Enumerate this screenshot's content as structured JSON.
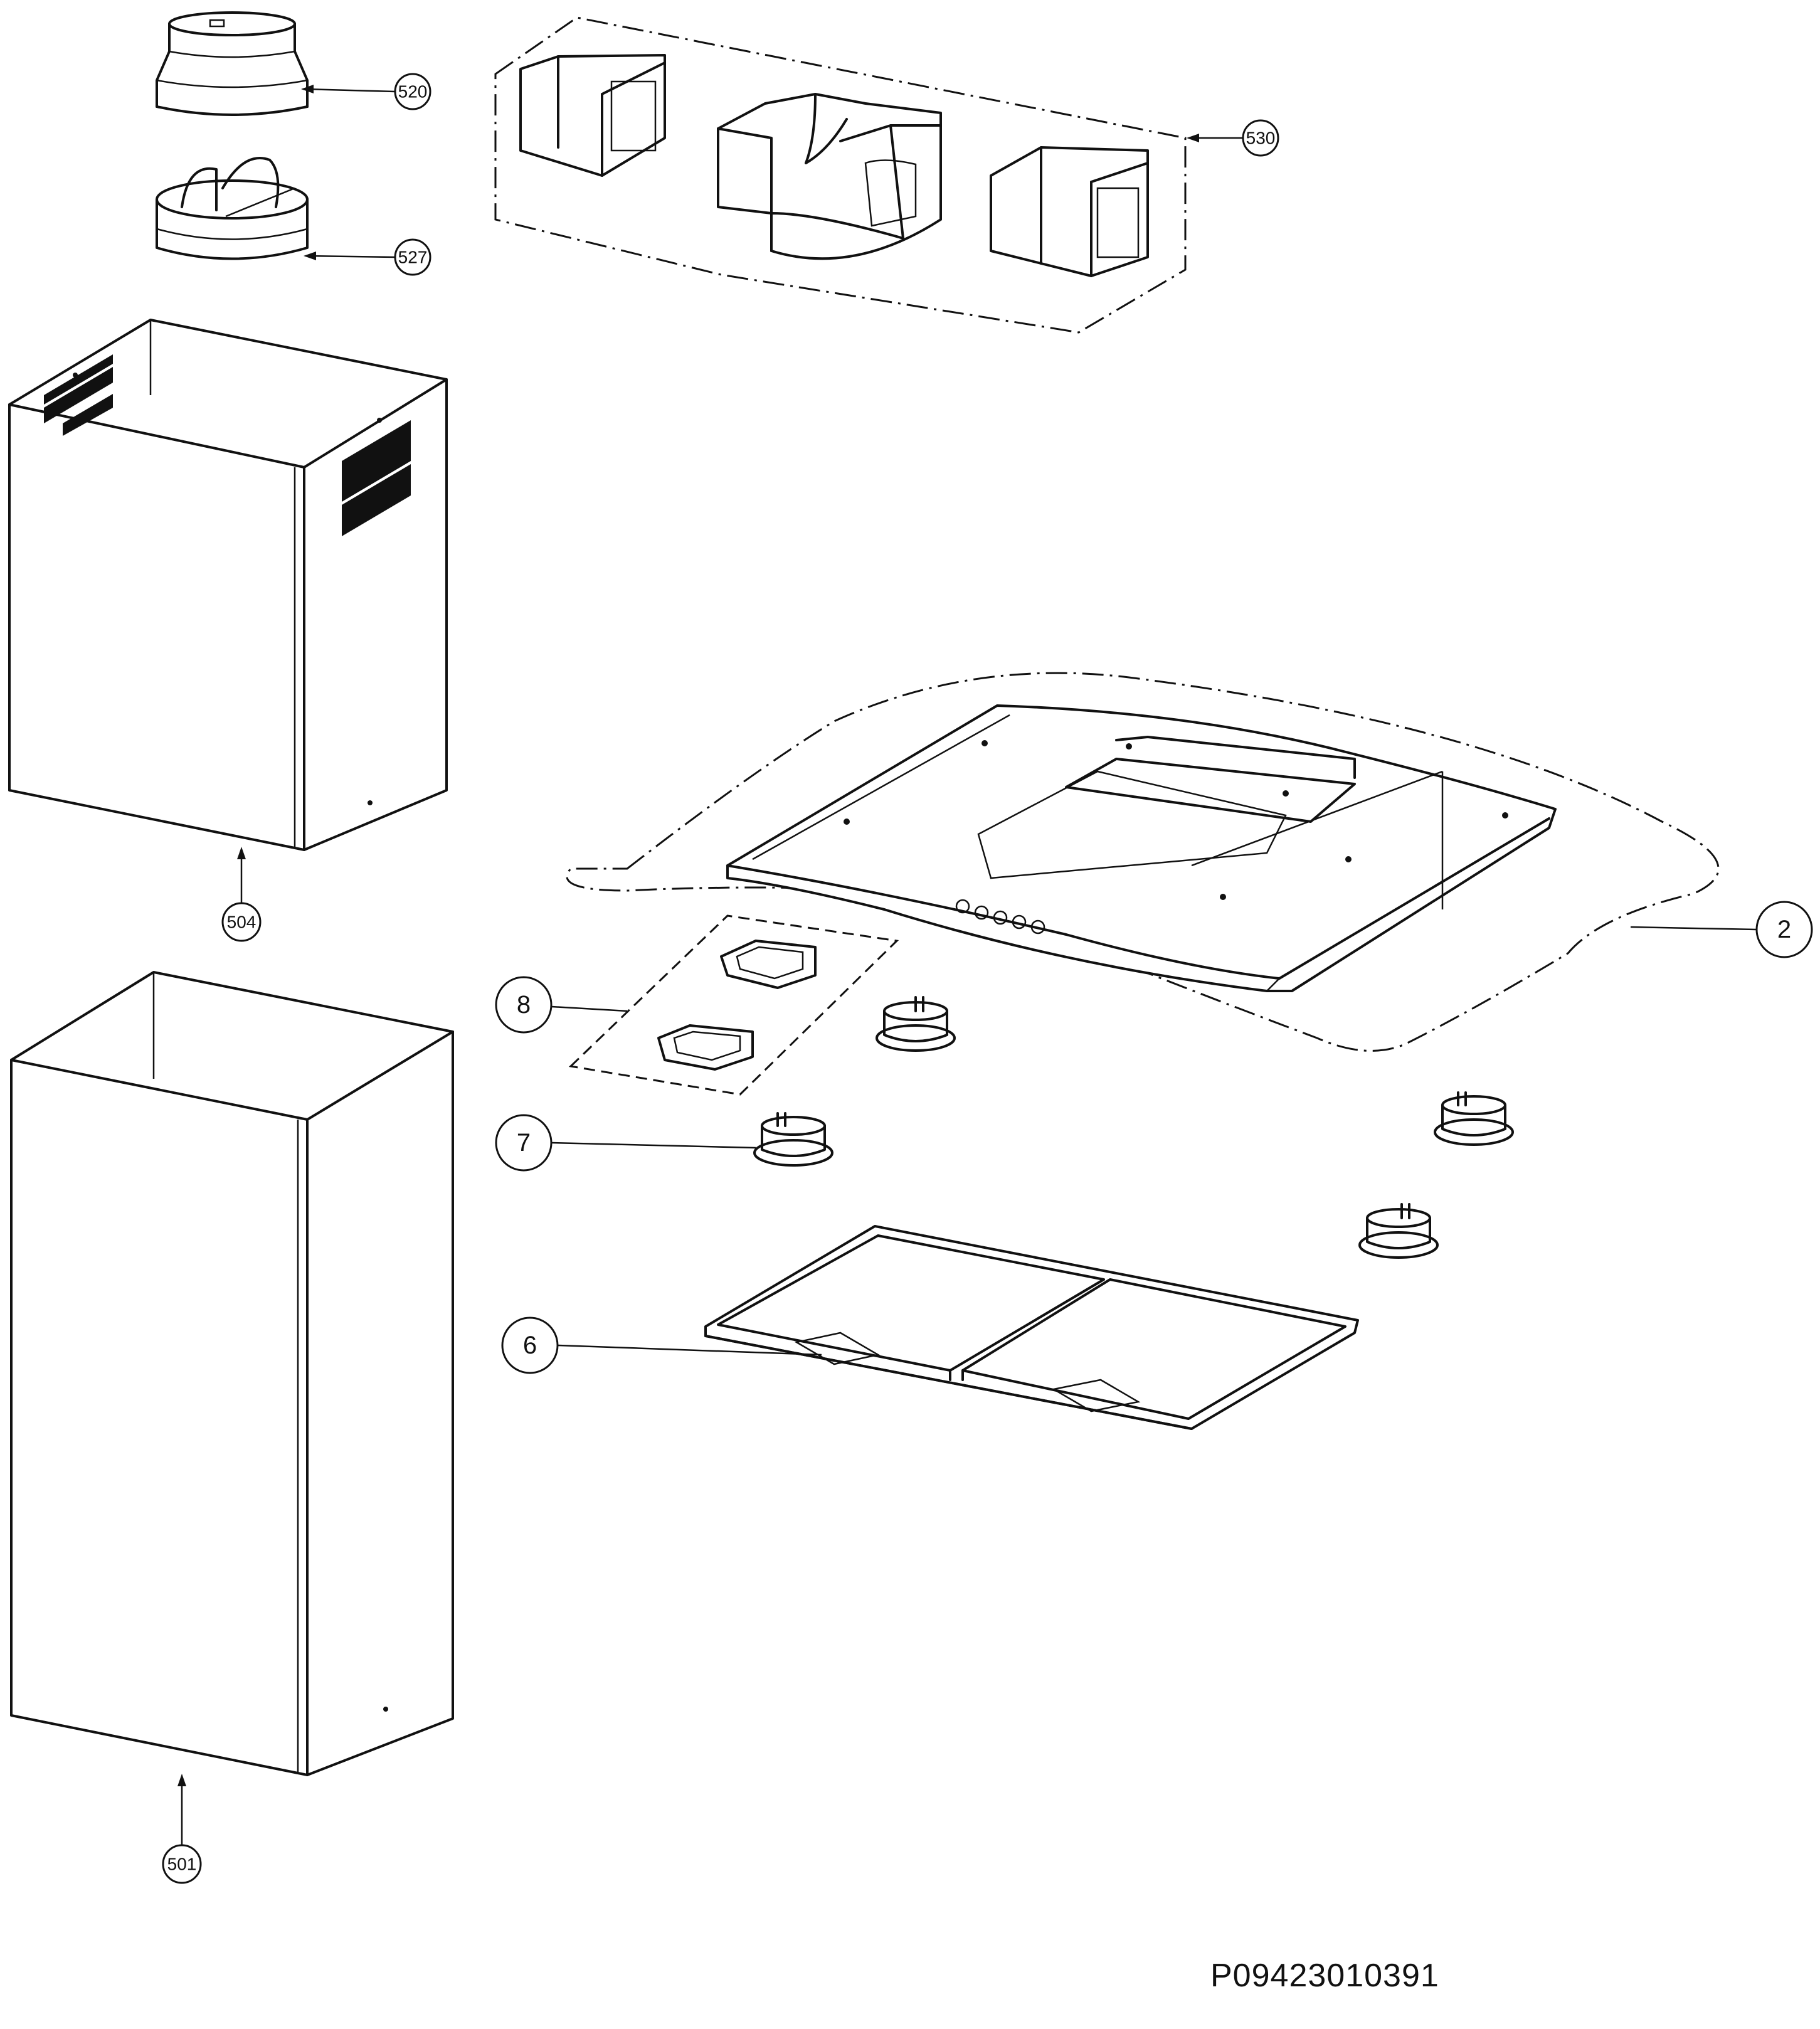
{
  "drawing": {
    "number": "P09423010391"
  },
  "callouts": {
    "c520": "520",
    "c527": "527",
    "c530": "530",
    "c504": "504",
    "c501": "501",
    "c2": "2",
    "c8": "8",
    "c7": "7",
    "c6": "6"
  },
  "colors": {
    "line": "#111111",
    "background": "#ffffff"
  }
}
